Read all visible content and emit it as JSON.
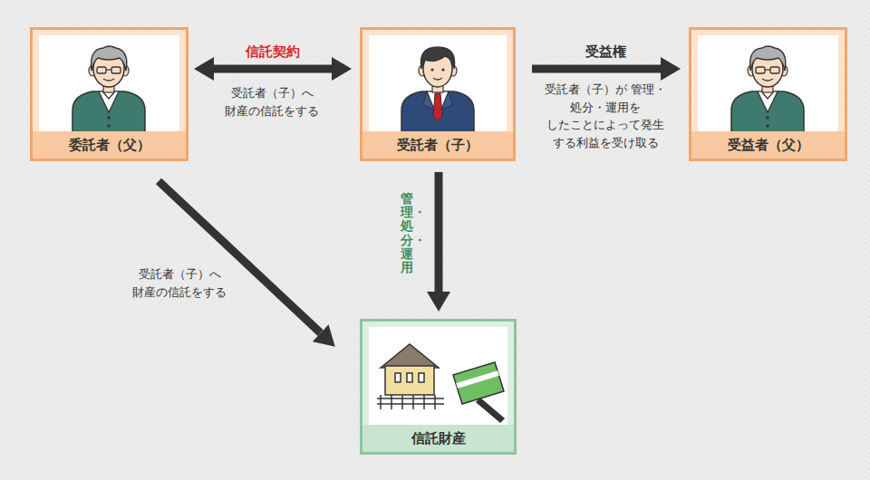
{
  "diagram": {
    "nodes": [
      {
        "text": [
          "委託者（父）"
        ]
      },
      {
        "text": [
          "受託者（子）"
        ]
      },
      {
        "text": [
          "受益者（父）"
        ]
      },
      {
        "text": [
          "信託財産"
        ]
      }
    ],
    "edges": [
      {
        "from": 0,
        "to": 1,
        "arrow": "both",
        "label": "信託契約"
      },
      {
        "from": 1,
        "to": 2,
        "arrow": "to",
        "label": "受益権"
      },
      {
        "from": 0,
        "to": 3,
        "arrow": "to",
        "label": "受託者（子）へ 財産の信託をする"
      },
      {
        "from": 1,
        "to": 3,
        "arrow": "to",
        "label": "管理・処分・運用"
      }
    ],
    "labels": [
      "受託者（子）へ 財産の信託をする",
      "受託者（子）が 管理・処分・運用を したことによって発生 する利益を受け取る"
    ]
  }
}
